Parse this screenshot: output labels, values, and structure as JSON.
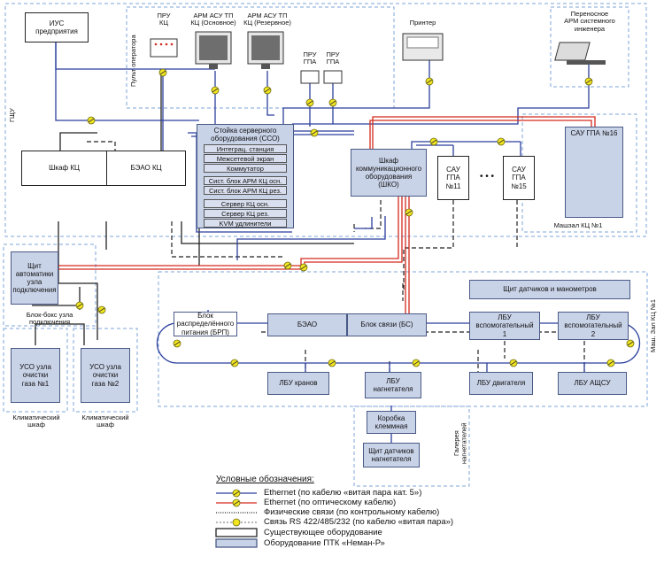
{
  "zones": {
    "gshu": "ГЩУ",
    "operator_console": "Пульт оператора",
    "mashzal_kc1": "Машзал КЦ №1",
    "mash_zal_kc1": "Маш. Зал КЦ №1",
    "gallery": "Галерея\nнагнетателей",
    "block_box": "Блок-бокс узла\nподключения",
    "climate1": "Климатический\nшкаф",
    "climate2": "Климатический\nшкаф"
  },
  "nodes": {
    "ius": "ИУС\nпредприятия",
    "pru_kc": "ПРУ\nКЦ",
    "arm_main": "АРМ АСУ ТП\nКЦ (Основное)",
    "arm_reserve": "АРМ АСУ ТП\nКЦ (Резервное)",
    "pru_gpa1": "ПРУ\nГПА",
    "pru_gpa2": "ПРУ\nГПА",
    "printer": "Принтер",
    "laptop": "Переносное\nАРМ системного\nинженера",
    "shkaf_kc": "Шкаф КЦ",
    "beao_kc": "БЭАО КЦ",
    "sso_title": "Стойка серверного\nоборудования (ССО)",
    "shko": "Шкаф\nкоммуникационного\nоборудования\n(ШКО)",
    "sau11": "САУ\nГПА\n№11",
    "sau15": "САУ\nГПА\n№15",
    "ellipsis": "• • •",
    "sau16": "САУ ГПА №16",
    "shchit_avt": "Щит\nавтоматики\nузла\nподключения",
    "uso1": "УСО узла\nочистки\nгаза №1",
    "uso2": "УСО узла\nочистки\nгаза №2",
    "shchit_dat": "Щит датчиков и манометров",
    "brp": "Блок\nраспределённого\nпитания (БРП)",
    "beao": "БЭАО",
    "bs": "Блок связи (БС)",
    "lbu_v1": "ЛБУ\nвспомогательный\n1",
    "lbu_v2": "ЛБУ\nвспомогательный\n2",
    "lbu_kranov": "ЛБУ кранов",
    "lbu_nagn": "ЛБУ\nнагнетателя",
    "lbu_dvig": "ЛБУ двигателя",
    "lbu_acsu": "ЛБУ АЩСУ",
    "korobka": "Коробка\nклеммная",
    "shchit_nagn": "Щит датчиков\nнагнетателя"
  },
  "sso_rows": [
    "Интеграц. станция",
    "Межсетевой экран",
    "Коммутатор",
    "Сист. блок АРМ КЦ осн.",
    "Сист. блок АРМ КЦ рез.",
    "Сервер КЦ осн.",
    "Сервер КЦ рез.",
    "KVM удлинители"
  ],
  "legend": {
    "title": "Условные обозначения:",
    "items": [
      "Ethernet (по кабелю «витая пара кат. 5»)",
      "Ethernet (по оптическому кабелю)",
      "Физические связи (по контрольному кабелю)",
      "Связь RS 422/485/232 (по кабелю «витая пара»)",
      "Существующее оборудование",
      "Оборудование ПТК «Неман-Р»"
    ]
  },
  "colors": {
    "ethernet_twisted": "#2b3f9c",
    "ethernet_optic": "#d42a1e",
    "physical": "#222222",
    "rs485": "#8a8a8a",
    "connector": "#f2e520",
    "zone_dash": "#7ea6d8",
    "ptk_fill": "#c9d3e8"
  }
}
